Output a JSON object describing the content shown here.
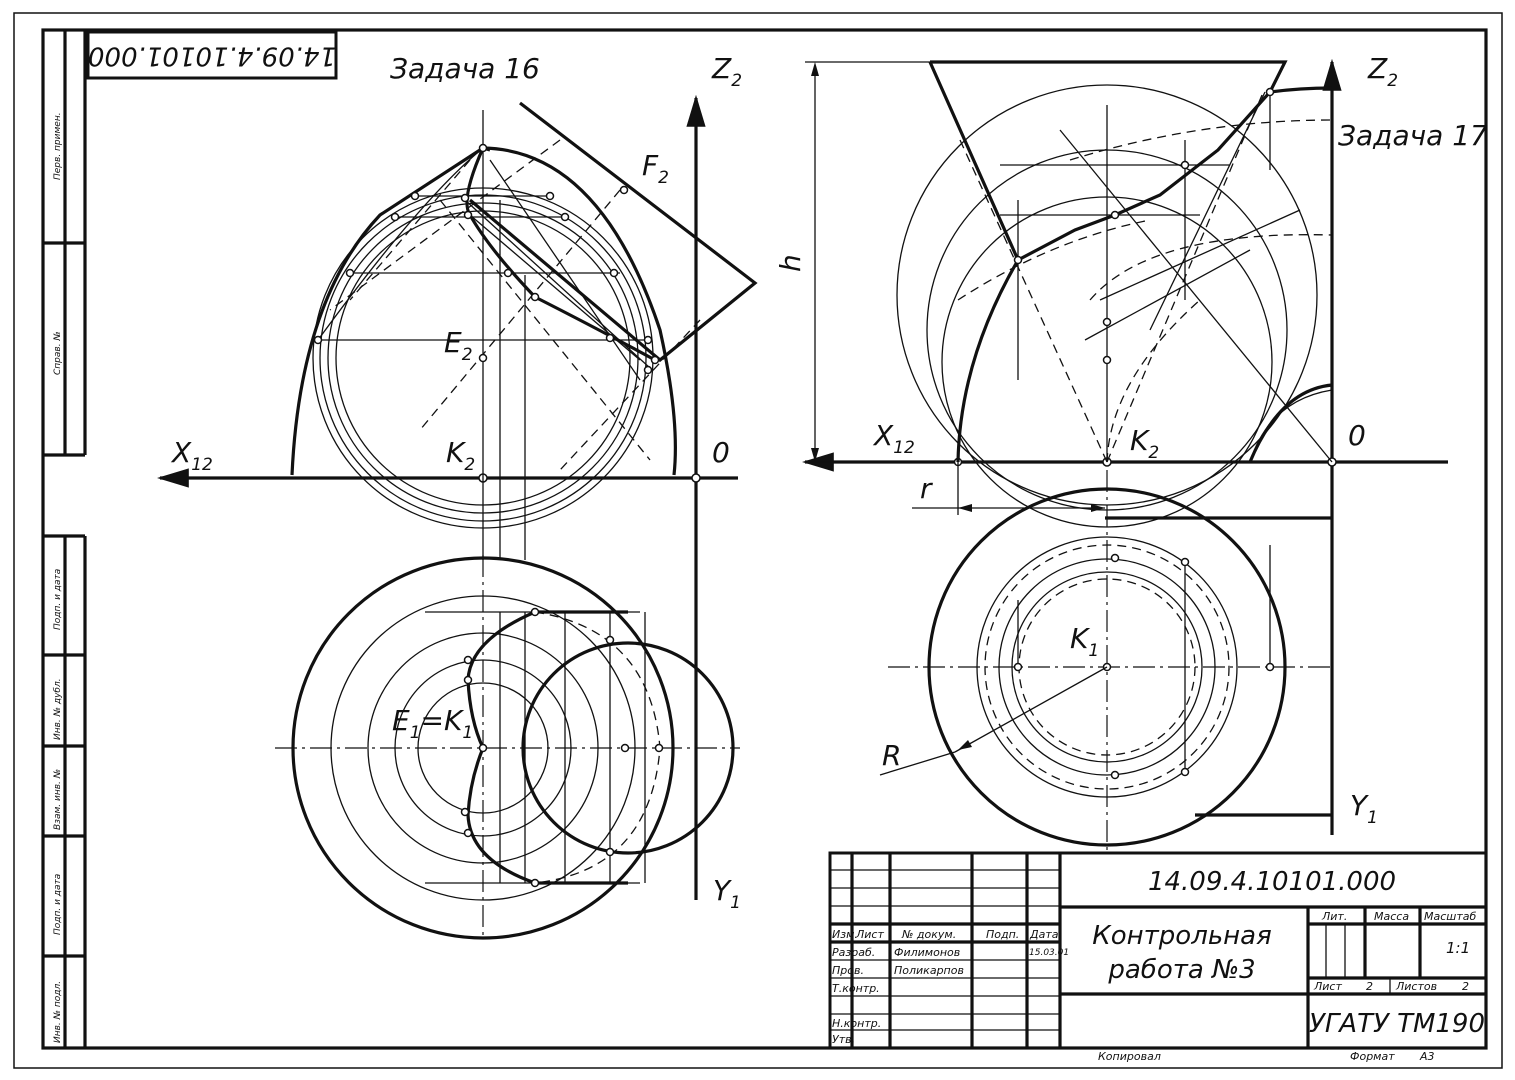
{
  "document": {
    "code_stamp": "14.09.4.10101.000",
    "margin_labels": [
      "Перв. примен.",
      "Справ. №",
      "Подп. и дата",
      "Инв. № дубл.",
      "Взам. инв. №",
      "Подп. и дата",
      "Инв. № подл."
    ]
  },
  "task16": {
    "title": "Задача 16",
    "labels": {
      "z2": "Z",
      "z2_sub": "2",
      "x12": "X",
      "x12_sub": "12",
      "y1": "Y",
      "y1_sub": "1",
      "o": "0",
      "f2": "F",
      "f2_sub": "2",
      "e2": "E",
      "e2_sub": "2",
      "k2": "K",
      "k2_sub": "2",
      "e1k1": "E",
      "e1k1_sub": "1",
      "e1k1_mid": "=K",
      "e1k1_sub2": "1"
    }
  },
  "task17": {
    "title": "Задача 17",
    "labels": {
      "z2": "Z",
      "z2_sub": "2",
      "x12": "X",
      "x12_sub": "12",
      "y1": "Y",
      "y1_sub": "1",
      "o": "0",
      "k2": "K",
      "k2_sub": "2",
      "k1": "K",
      "k1_sub": "1",
      "h": "h",
      "r": "r",
      "R": "R"
    }
  },
  "title_block": {
    "designation": "14.09.4.10101.000",
    "title_line1": "Контрольная",
    "title_line2": "работа №3",
    "organization": "УГАТУ ТМ190",
    "headers": {
      "izm": "Изм.",
      "list": "Лист",
      "ndokum": "№ докум.",
      "podp": "Подп.",
      "data": "Дата"
    },
    "rows": [
      {
        "role": "Разраб.",
        "name": "Филимонов",
        "date": "15.03.01"
      },
      {
        "role": "Пров.",
        "name": "Поликарпов",
        "date": ""
      },
      {
        "role": "Т.контр.",
        "name": "",
        "date": ""
      },
      {
        "role": "",
        "name": "",
        "date": ""
      },
      {
        "role": "Н.контр.",
        "name": "",
        "date": ""
      },
      {
        "role": "Утв.",
        "name": "",
        "date": ""
      }
    ],
    "lit_label": "Лит.",
    "mass_label": "Масса",
    "scale_label": "Масштаб",
    "scale_value": "1:1",
    "sheet_label": "Лист",
    "sheet_value": "2",
    "sheets_label": "Листов",
    "sheets_value": "2"
  },
  "footer": {
    "copied": "Копировал",
    "format_label": "Формат",
    "format_value": "А3"
  }
}
